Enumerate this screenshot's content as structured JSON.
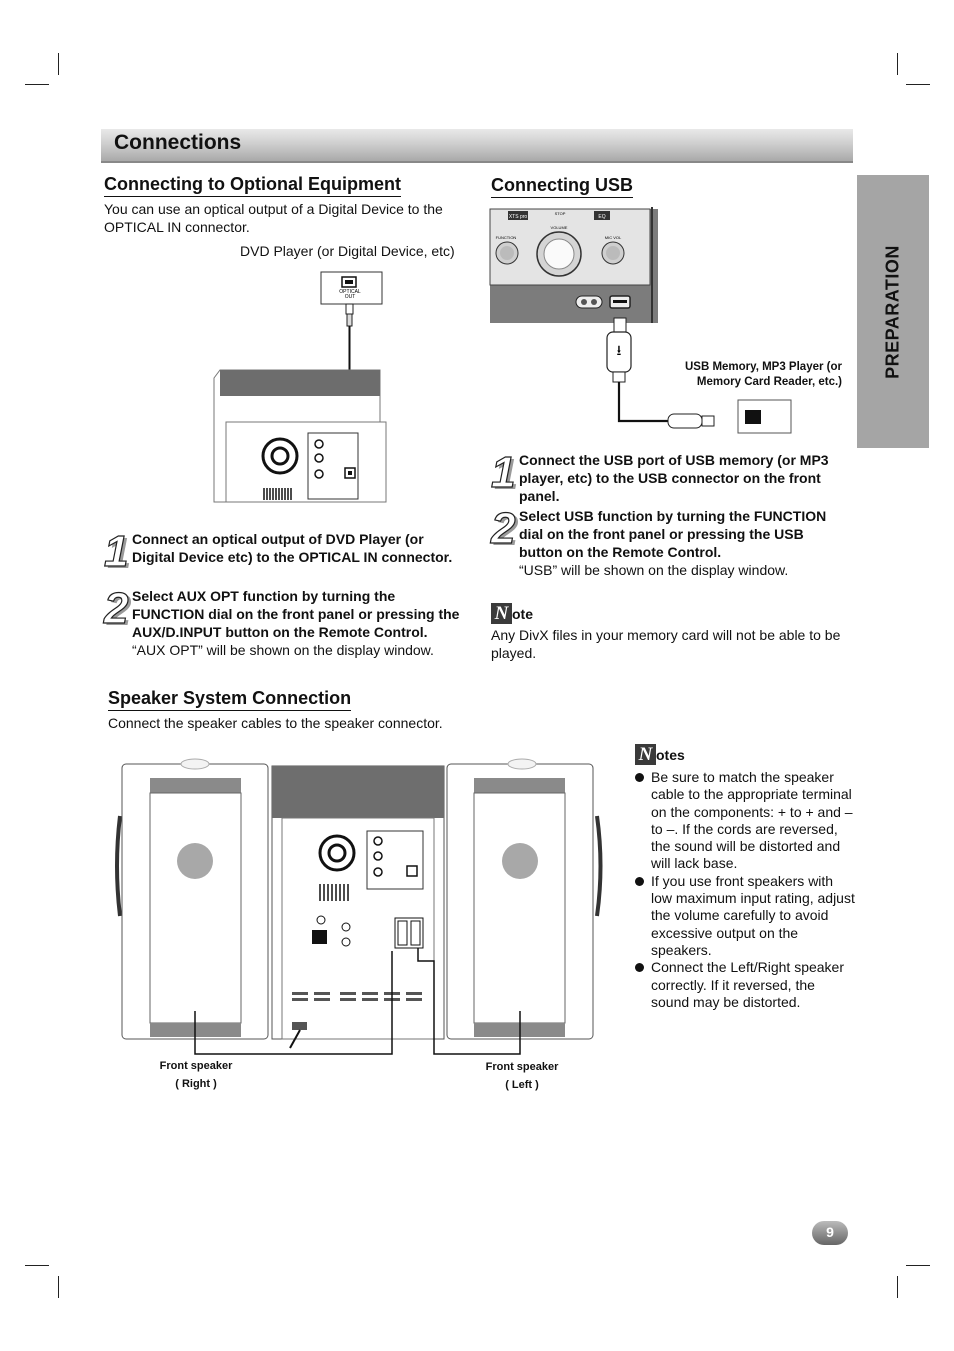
{
  "title": "Connections",
  "side_tab": "PREPARATION",
  "optional": {
    "heading": "Connecting to Optional Equipment",
    "intro": "You can use an optical output of a Digital Device to the OPTICAL IN connector.",
    "device_label": "DVD Player (or Digital Device, etc)",
    "optical_out_label": "OPTICAL OUT",
    "steps": [
      {
        "num": "1",
        "text": "Connect an optical output of DVD Player (or Digital Device etc) to the OPTICAL IN connector."
      },
      {
        "num": "2",
        "text": "Select AUX OPT function by turning the FUNCTION dial on the front panel or pressing the AUX/D.INPUT button on the Remote Control.",
        "sub": "“AUX OPT” will be shown on the display window."
      }
    ]
  },
  "usb": {
    "heading": "Connecting USB",
    "device_label": "USB Memory, MP3 Player (or Memory Card Reader, etc.)",
    "panel_labels": {
      "xts": "XTS pro",
      "stop": "STOP",
      "eq": "EQ",
      "function": "FUNCTION",
      "volume": "VOLUME",
      "mic_vol": "MIC VOL"
    },
    "steps": [
      {
        "num": "1",
        "text": "Connect the USB port of USB memory (or MP3 player, etc) to the USB connector on the front panel."
      },
      {
        "num": "2",
        "text": "Select USB function by turning the FUNCTION dial on the front panel or pressing the USB button on the Remote Control.",
        "sub": "“USB” will be shown on the display window."
      }
    ],
    "note_head": "ote",
    "note_text": "Any DivX files in your memory card will not be able to be played."
  },
  "speaker": {
    "heading": "Speaker System Connection",
    "intro": "Connect the speaker cables to the speaker connector.",
    "front_right": "Front speaker",
    "right": "( Right )",
    "front_left": "Front speaker",
    "left": "( Left )",
    "notes_head": "otes",
    "notes": [
      "Be sure to match the speaker cable to the appropriate terminal on the components: + to + and – to –. If the cords are reversed, the sound will be distorted  and will lack base.",
      "If you use front speakers with low maximum input rating, adjust the volume carefully to avoid excessive output on the speakers.",
      "Connect the Left/Right speaker correctly. If it reversed, the sound may be distorted."
    ]
  },
  "page_number": "9",
  "note_icon_letter": "N"
}
